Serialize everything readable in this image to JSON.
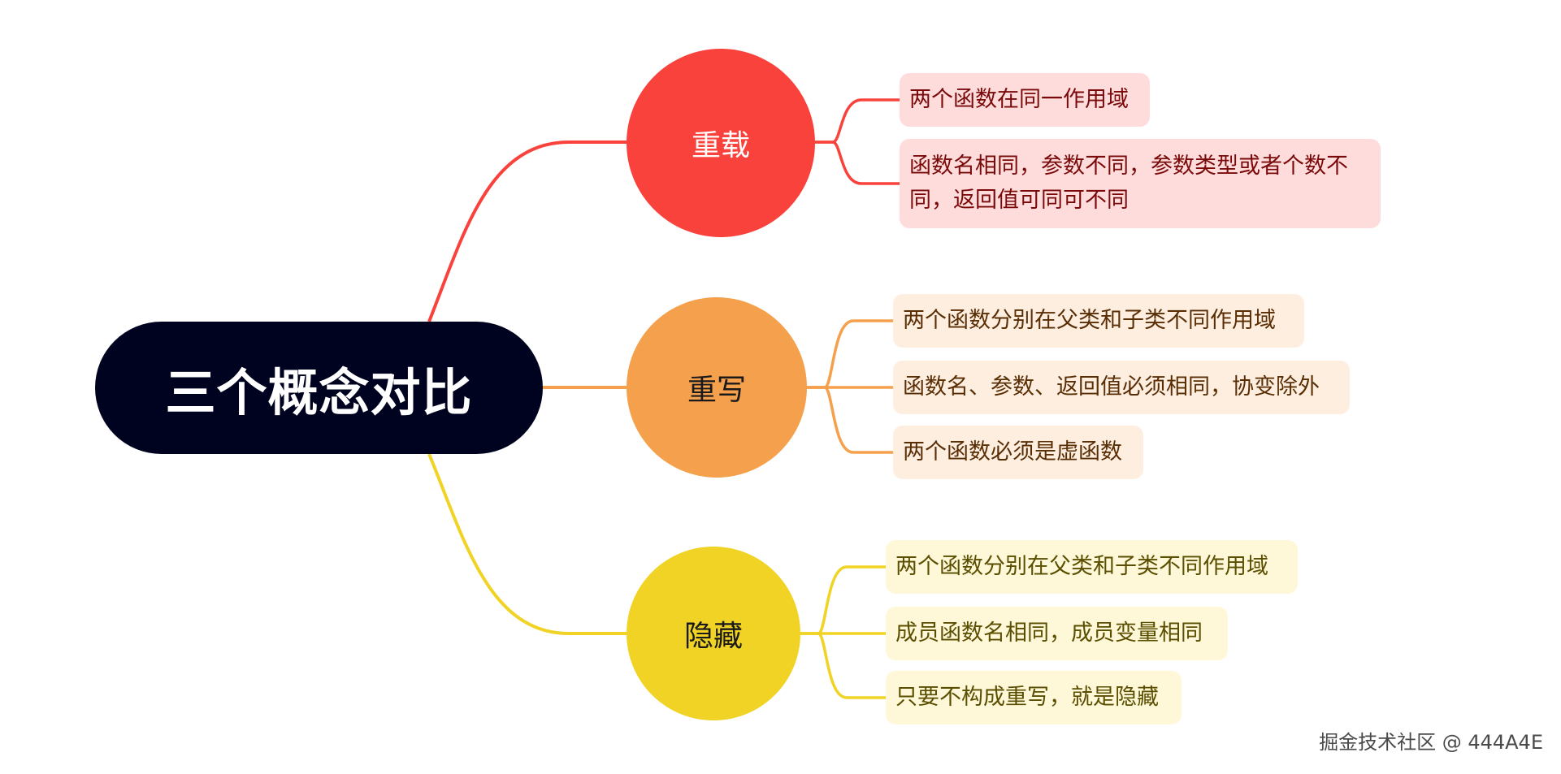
{
  "root": {
    "label": "三个概念对比"
  },
  "branches": [
    {
      "label": "重载",
      "color": "#fa423c",
      "leaf_bg": "#ffdcdc",
      "leaves": [
        "两个函数在同一作用域",
        "函数名相同，参数不同，参数类型或者个数不同，返回值可同可不同"
      ]
    },
    {
      "label": "重写",
      "color": "#f5a04c",
      "leaf_bg": "#fdeee0",
      "leaves": [
        "两个函数分别在父类和子类不同作用域",
        "函数名、参数、返回值必须相同，协变除外",
        "两个函数必须是虚函数"
      ]
    },
    {
      "label": "隐藏",
      "color": "#f0d324",
      "leaf_bg": "#fff8d8",
      "leaves": [
        "两个函数分别在父类和子类不同作用域",
        "成员函数名相同，成员变量相同",
        "只要不构成重写，就是隐藏"
      ]
    }
  ],
  "watermark": "掘金技术社区 @ 444A4E"
}
